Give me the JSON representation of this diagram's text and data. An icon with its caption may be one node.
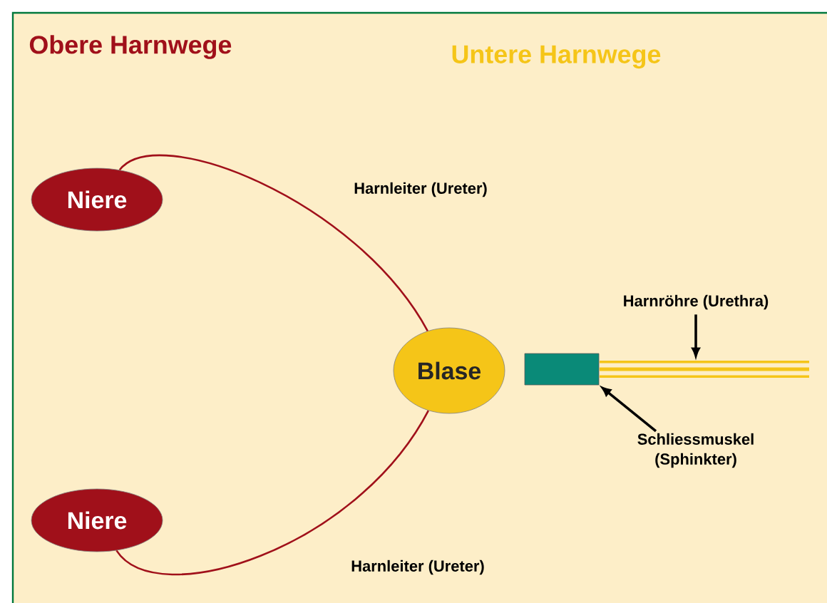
{
  "diagram": {
    "nodes": [
      {
        "text": [
          "Niere"
        ]
      },
      {
        "text": [
          "Niere"
        ]
      },
      {
        "text": [
          "Blase"
        ]
      },
      {
        "text": [],
        "shape": "box"
      },
      {
        "text": [],
        "shape": "bar"
      },
      {
        "text": [
          "Schliessmuskel (Sphinkter)"
        ]
      },
      {
        "text": [
          "Harnröhre (Urethra)"
        ]
      }
    ],
    "edges": [
      {
        "from": 0,
        "to": 2,
        "arrow": "none",
        "label": "Harnleiter (Ureter)",
        "color": "#a0101a"
      },
      {
        "from": 1,
        "to": 2,
        "arrow": "none",
        "label": "Harnleiter (Ureter)",
        "color": "#a0101a"
      },
      {
        "from": 5,
        "to": 3,
        "arrow": "to",
        "color": "#000000"
      },
      {
        "from": 6,
        "to": 4,
        "arrow": "to",
        "color": "#000000"
      }
    ],
    "labels": [
      "Obere Harnwege",
      "Untere Harnwege"
    ]
  }
}
